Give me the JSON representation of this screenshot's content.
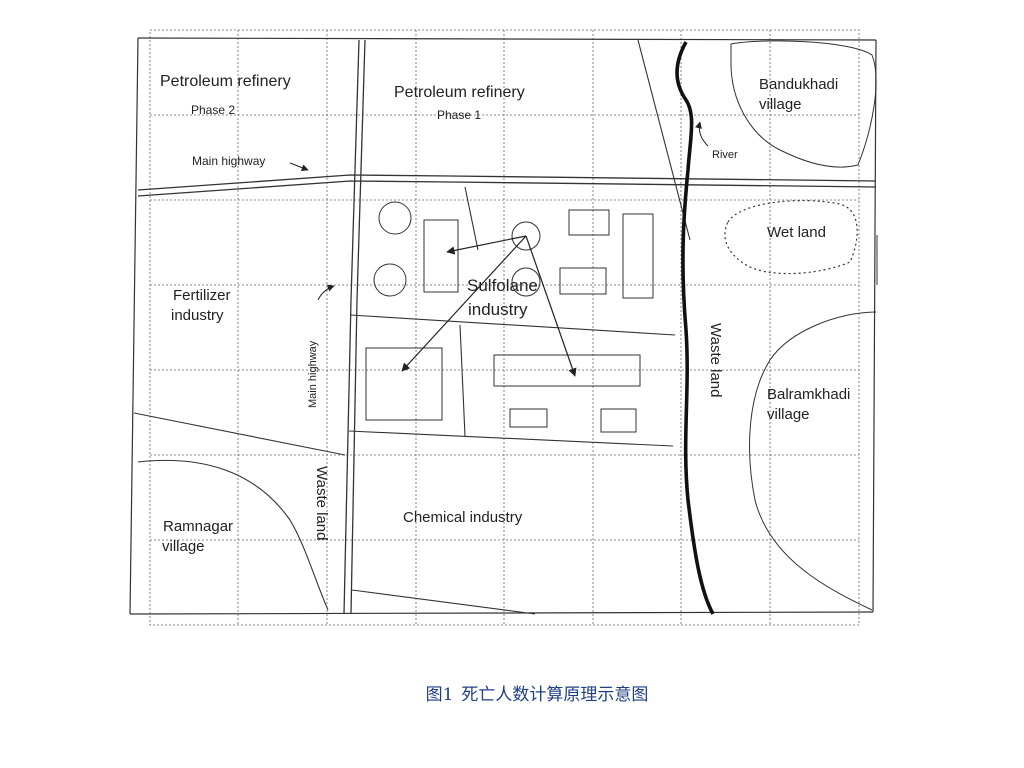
{
  "map": {
    "labels": {
      "petroleum_refinery_2": "Petroleum  refinery",
      "phase_2": "Phase 2",
      "petroleum_refinery_1": "Petroleum  refinery",
      "phase_1": "Phase 1",
      "main_highway_top": "Main  highway",
      "main_highway_vertical": "Main highway",
      "bandukhadi_1": "Bandukhadi",
      "bandukhadi_2": "village",
      "river": "River",
      "wet_land": "Wet land",
      "fertilizer_1": "Fertilizer",
      "fertilizer_2": "industry",
      "sulfolane_1": "Sulfolane",
      "sulfolane_2": "industry",
      "waste_land_right": "Waste land",
      "waste_land_left": "Waste land",
      "balramkhadi_1": "Balramkhadi",
      "balramkhadi_2": "village",
      "ramnagar_1": "Ramnagar",
      "ramnagar_2": "village",
      "chemical_industry": "Chemical  industry"
    },
    "colors": {
      "line": "#333333",
      "grid": "#666666",
      "caption": "#1f3f86"
    }
  },
  "caption": {
    "number": "图1",
    "text": "死亡人数计算原理示意图"
  }
}
